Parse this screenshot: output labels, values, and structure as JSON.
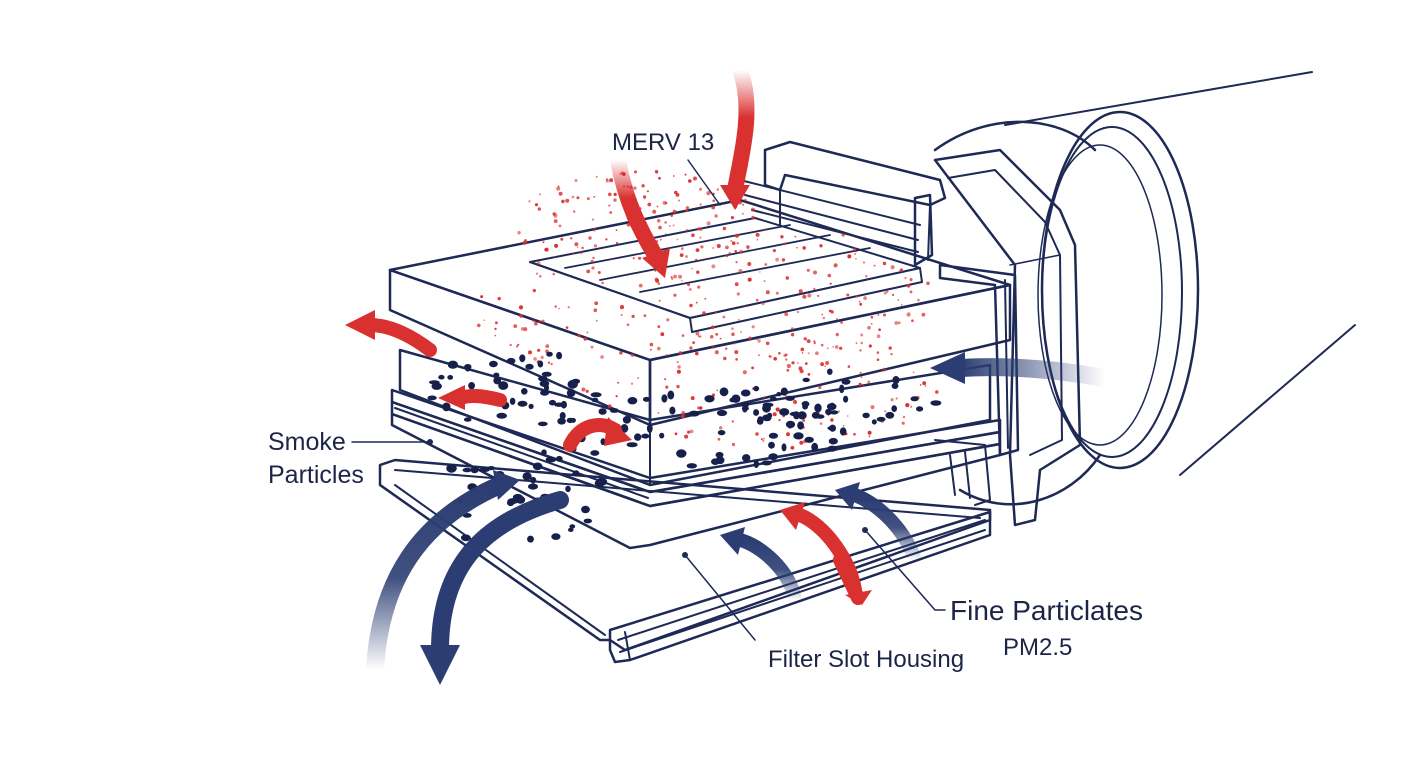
{
  "labels": {
    "merv": "MERV 13",
    "smoke_line1": "Smoke",
    "smoke_line2": "Particles",
    "fine_line1": "Fine Particlates",
    "fine_line2": "PM2.5",
    "housing": "Filter Slot Housing"
  },
  "colors": {
    "ink": "#1e2a55",
    "label_text": "#1c2448",
    "flow_cold": "#2b3d72",
    "flow_hot": "#d9312f",
    "media_fill": "#eef0f3",
    "particle_fine": "#d9312f",
    "particle_coarse": "#16204a"
  },
  "icons": {
    "duct": "duct-pipe",
    "filter": "pleated-filter-stack",
    "housing": "filter-slot-housing",
    "airflow": "airflow-arrow"
  }
}
